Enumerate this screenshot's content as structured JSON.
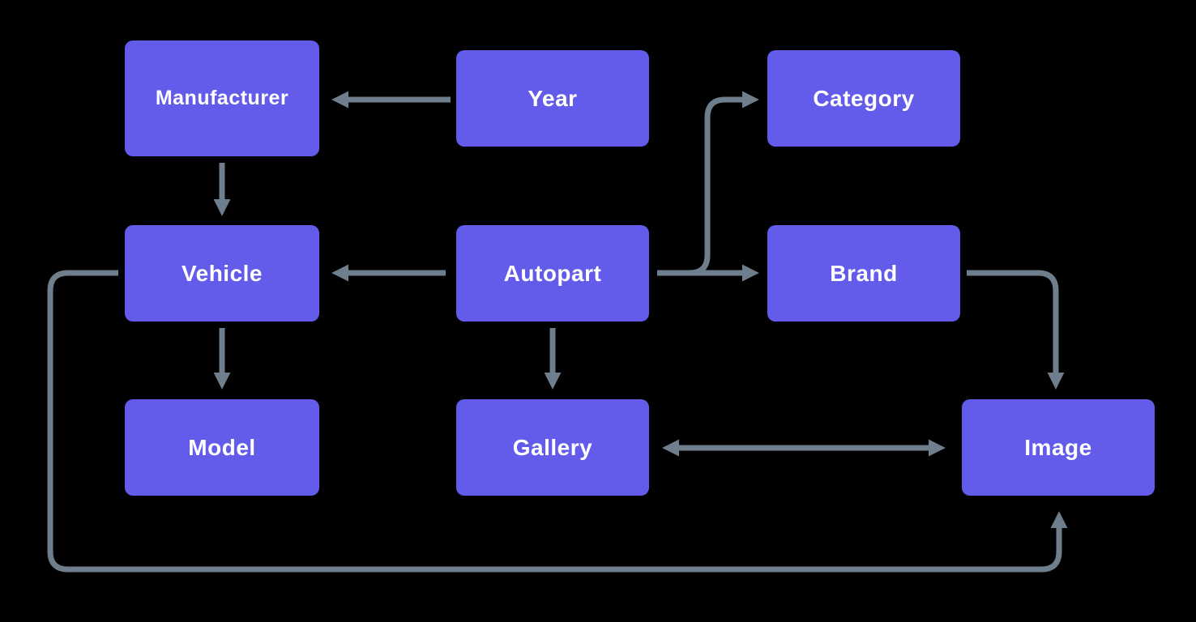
{
  "colors": {
    "background": "#000000",
    "node_fill": "#635BEA",
    "node_text": "#FFFFFF",
    "arrow": "#6E7E8C"
  },
  "nodes": {
    "manufacturer": {
      "label": "Manufacturer"
    },
    "year": {
      "label": "Year"
    },
    "category": {
      "label": "Category"
    },
    "vehicle": {
      "label": "Vehicle"
    },
    "autopart": {
      "label": "Autopart"
    },
    "brand": {
      "label": "Brand"
    },
    "model": {
      "label": "Model"
    },
    "gallery": {
      "label": "Gallery"
    },
    "image": {
      "label": "Image"
    }
  },
  "edges": [
    {
      "from": "Year",
      "to": "Manufacturer",
      "direction": "one-way"
    },
    {
      "from": "Manufacturer",
      "to": "Vehicle",
      "direction": "one-way"
    },
    {
      "from": "Autopart",
      "to": "Vehicle",
      "direction": "one-way"
    },
    {
      "from": "Autopart",
      "to": "Category",
      "direction": "one-way"
    },
    {
      "from": "Autopart",
      "to": "Brand",
      "direction": "one-way"
    },
    {
      "from": "Vehicle",
      "to": "Model",
      "direction": "one-way"
    },
    {
      "from": "Autopart",
      "to": "Gallery",
      "direction": "one-way"
    },
    {
      "from": "Gallery",
      "to": "Image",
      "direction": "two-way"
    },
    {
      "from": "Brand",
      "to": "Image",
      "direction": "one-way"
    },
    {
      "from": "Vehicle",
      "to": "Image",
      "direction": "one-way"
    }
  ]
}
